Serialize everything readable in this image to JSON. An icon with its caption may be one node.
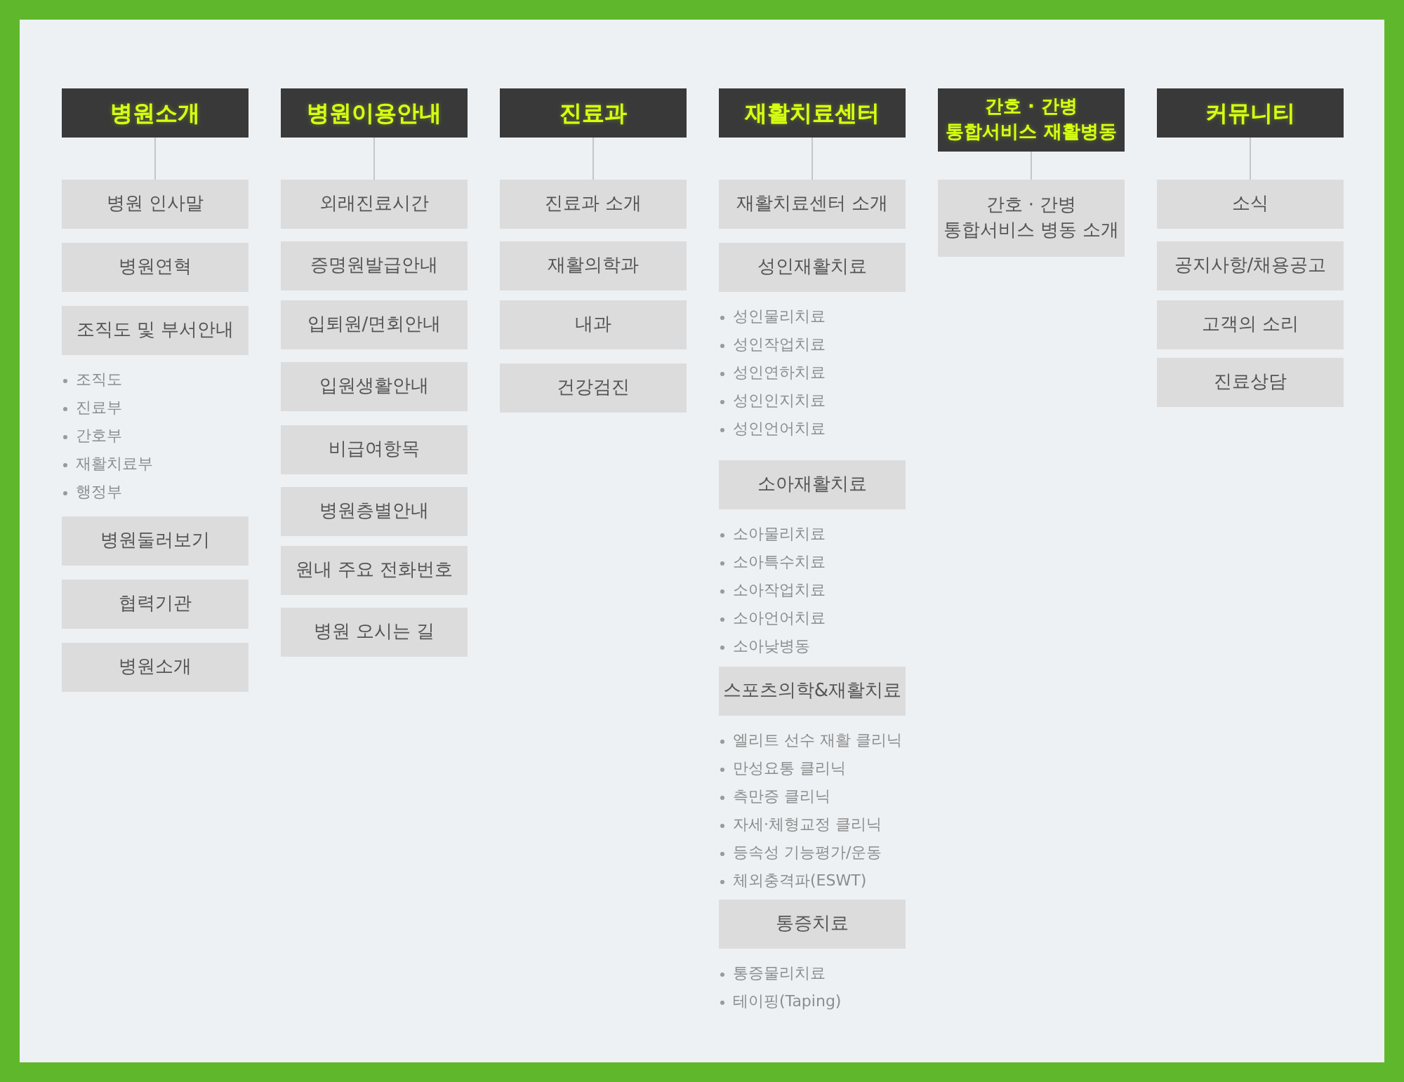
{
  "diagram": {
    "nodes": [
      {
        "text": [
          "병원소개"
        ]
      },
      {
        "text": [
          "병원 인사말"
        ]
      },
      {
        "text": [
          "병원연혁"
        ]
      },
      {
        "text": [
          "조직도 및 부서안내"
        ],
        "beside": [
          "조직도",
          "진료부",
          "간호부",
          "재활치료부",
          "행정부"
        ]
      },
      {
        "text": [
          "병원둘러보기"
        ]
      },
      {
        "text": [
          "협력기관"
        ]
      },
      {
        "text": [
          "병원소개"
        ]
      },
      {
        "text": [
          "병원이용안내"
        ]
      },
      {
        "text": [
          "외래진료시간"
        ]
      },
      {
        "text": [
          "증명원발급안내"
        ]
      },
      {
        "text": [
          "입퇴원/면회안내"
        ]
      },
      {
        "text": [
          "입원생활안내"
        ]
      },
      {
        "text": [
          "비급여항목"
        ]
      },
      {
        "text": [
          "병원층별안내"
        ]
      },
      {
        "text": [
          "원내 주요 전화번호"
        ]
      },
      {
        "text": [
          "병원 오시는 길"
        ]
      },
      {
        "text": [
          "진료과"
        ]
      },
      {
        "text": [
          "진료과 소개"
        ]
      },
      {
        "text": [
          "재활의학과"
        ]
      },
      {
        "text": [
          "내과"
        ]
      },
      {
        "text": [
          "건강검진"
        ]
      },
      {
        "text": [
          "재활치료센터"
        ]
      },
      {
        "text": [
          "재활치료센터 소개"
        ]
      },
      {
        "text": [
          "성인재활치료"
        ],
        "beside": [
          "성인물리치료",
          "성인작업치료",
          "성인연하치료",
          "성인인지치료",
          "성인언어치료"
        ]
      },
      {
        "text": [
          "소아재활치료"
        ],
        "beside": [
          "소아물리치료",
          "소아특수치료",
          "소아작업치료",
          "소아언어치료",
          "소아낮병동"
        ]
      },
      {
        "text": [
          "스포츠의학&재활치료"
        ],
        "beside": [
          "엘리트 선수 재활 클리닉",
          "만성요통 클리닉",
          "측만증 클리닉",
          "자세·체형교정 클리닉",
          "등속성 기능평가/운동",
          "체외충격파(ESWT)"
        ]
      },
      {
        "text": [
          "통증치료"
        ],
        "beside": [
          "통증물리치료",
          "테이핑(Taping)"
        ]
      },
      {
        "text": [
          "간호 · 간병 통합서비스 재활병동"
        ]
      },
      {
        "text": [
          "간호 · 간병 통합서비스 병동 소개"
        ]
      },
      {
        "text": [
          "커뮤니티"
        ]
      },
      {
        "text": [
          "소식"
        ]
      },
      {
        "text": [
          "공지사항/채용공고"
        ]
      },
      {
        "text": [
          "고객의 소리"
        ]
      },
      {
        "text": [
          "진료상담"
        ]
      }
    ],
    "edges": [
      {
        "from": 0,
        "to": 1,
        "arrow": "none"
      },
      {
        "from": 7,
        "to": 8,
        "arrow": "none"
      },
      {
        "from": 16,
        "to": 17,
        "arrow": "none"
      },
      {
        "from": 21,
        "to": 22,
        "arrow": "none"
      },
      {
        "from": 27,
        "to": 28,
        "arrow": "none"
      },
      {
        "from": 29,
        "to": 30,
        "arrow": "none"
      }
    ]
  }
}
